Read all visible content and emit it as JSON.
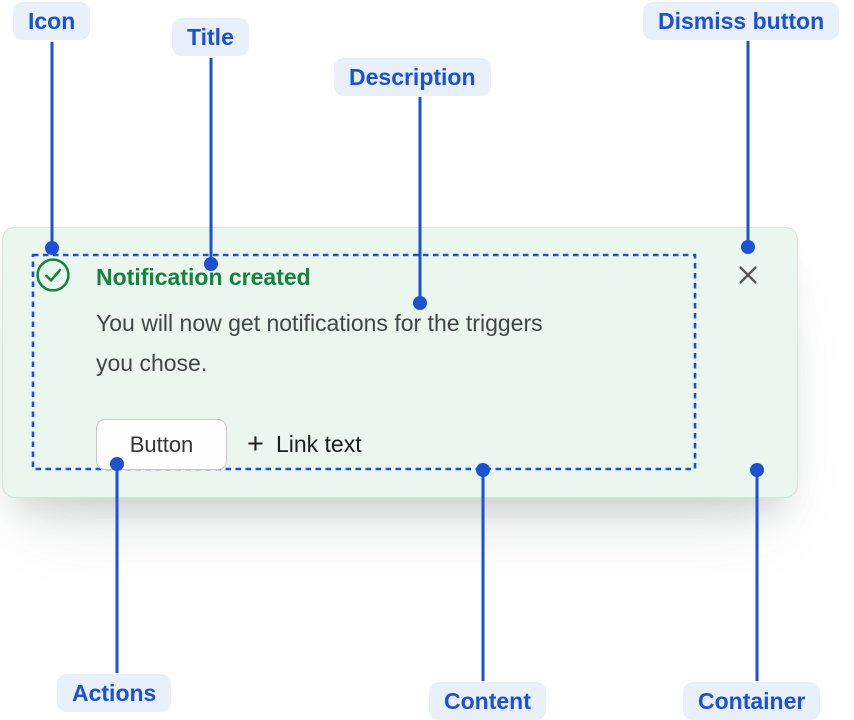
{
  "annotations": {
    "icon_label": "Icon",
    "title_label": "Title",
    "description_label": "Description",
    "dismiss_label": "Dismiss button",
    "actions_label": "Actions",
    "content_label": "Content",
    "container_label": "Container"
  },
  "notification": {
    "title": "Notification created",
    "description_line1": "You will now get notifications for the triggers",
    "description_line2": "you chose.",
    "button_label": "Button",
    "link_plus_glyph": "+",
    "link_label": "Link text"
  },
  "icons": {
    "status": "success-check-icon",
    "dismiss": "close-icon",
    "link_prefix": "plus-icon"
  },
  "colors": {
    "annotation_blue": "#1b51d2",
    "annotation_pill_bg": "#e8f0fc",
    "success_green": "#17813e",
    "card_background": "#eaf6ee",
    "card_border": "#cde8d4",
    "body_text": "#45444a",
    "dismiss_gray": "#565559"
  }
}
